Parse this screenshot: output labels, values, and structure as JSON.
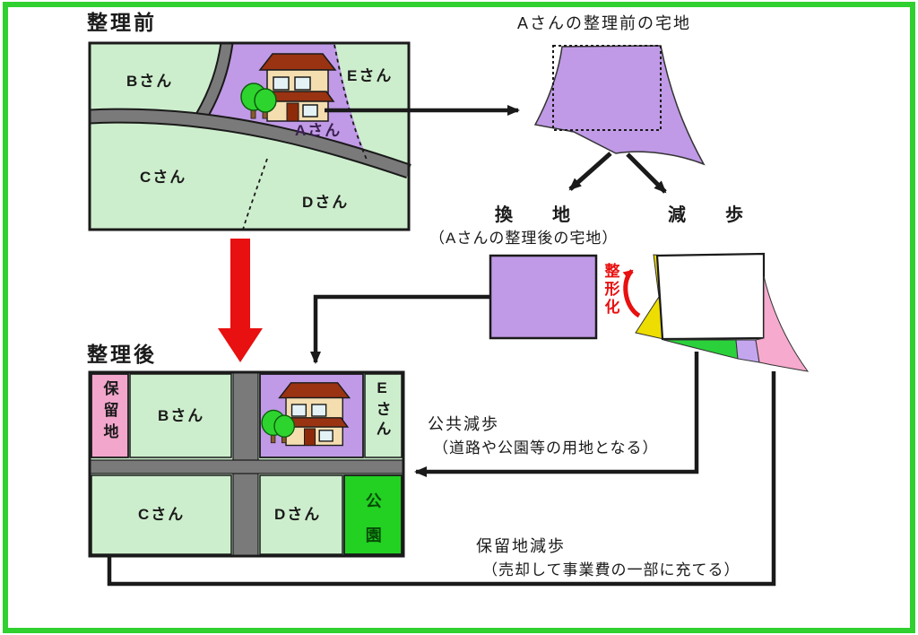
{
  "before_section": {
    "title": "整理前",
    "map": {
      "plot_b": "Bさん",
      "plot_e": "Eさん",
      "plot_a": "Aさん",
      "plot_c": "Cさん",
      "plot_d": "Dさん"
    }
  },
  "after_section": {
    "title": "整理後",
    "map": {
      "reserved": "保留地",
      "plot_b": "Bさん",
      "plot_e": "Eさん",
      "plot_c": "Cさん",
      "plot_d": "Dさん",
      "park": "公園"
    }
  },
  "flow": {
    "original_parcel_title": "Aさんの整理前の宅地",
    "replotting_label": "換　地",
    "replotting_sub": "（Aさんの整理後の宅地）",
    "reduction_label": "減　歩",
    "reshaping_label": "整形化",
    "public_reduction_title": "公共減歩",
    "public_reduction_note": "（道路や公園等の用地となる）",
    "reserved_reduction_title": "保留地減歩",
    "reserved_reduction_note": "（売却して事業費の一部に充てる）"
  },
  "colors": {
    "frame_green": "#2fd02f",
    "plot_green": "#cdeecd",
    "plot_purple": "#c09ae6",
    "road_gray": "#7a7a7a",
    "reserved_pink": "#f2a6cb",
    "park_green": "#22d122",
    "reshape_yellow": "#eedd00",
    "public_wedge_green": "#2bd13b",
    "public_wedge_lavender": "#c3a6ee",
    "reserved_wedge_pink": "#f6aacd",
    "arrow_red": "#e81010"
  },
  "icons": {
    "house": "house-icon",
    "tree": "tree-icon"
  }
}
